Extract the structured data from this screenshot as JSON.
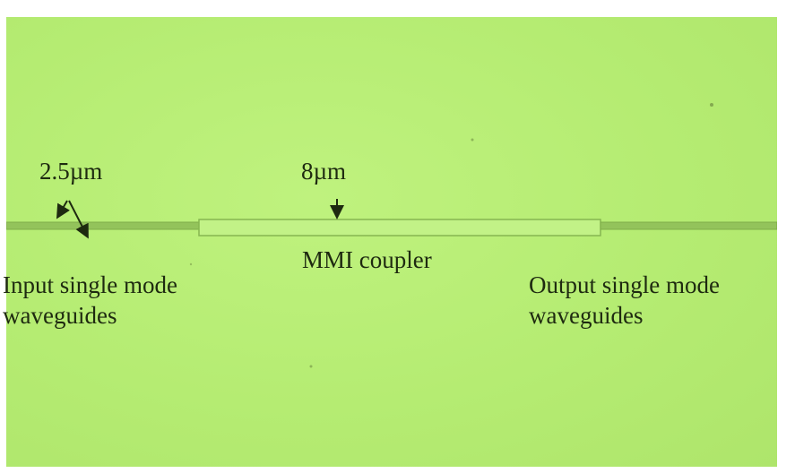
{
  "image": {
    "background_color": "#b7ee74",
    "waveguide_color": "#8fbf57",
    "text_color": "#1e2a10"
  },
  "labels": {
    "input_width": "2.5µm",
    "mmi_width": "8µm",
    "mmi": "MMI coupler",
    "input_line1": "Input single mode",
    "input_line2": "waveguides",
    "output_line1": "Output single mode",
    "output_line2": "waveguides"
  }
}
